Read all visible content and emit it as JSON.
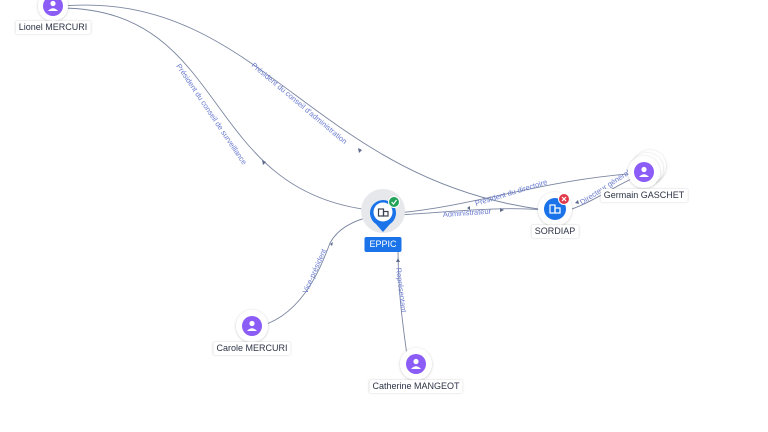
{
  "colors": {
    "person": "#8b5cf6",
    "company": "#1a73e8",
    "edge": "#7b86a0",
    "edge_label": "#6a7bd0",
    "status_active": "#22a35a",
    "status_closed": "#e03a4a"
  },
  "nodes": {
    "lionel": {
      "label": "Lionel MERCURI",
      "icon": "person-icon"
    },
    "germain": {
      "label": "Germain GASCHET",
      "icon": "person-icon"
    },
    "carole": {
      "label": "Carole MERCURI",
      "icon": "person-icon"
    },
    "catherine": {
      "label": "Catherine MANGEOT",
      "icon": "person-icon"
    },
    "eppic": {
      "label": "EPPIC",
      "icon": "company-icon",
      "status": "active"
    },
    "sordiap": {
      "label": "SORDIAP",
      "icon": "company-icon",
      "status": "closed"
    }
  },
  "edges": {
    "pcs": "Président du conseil de surveillance",
    "pca": "Président du conseil d'administration",
    "pdd": "Président du directoire",
    "admin": "Administrateur",
    "dg": "Directeur général",
    "vp": "Vice-président",
    "rep": "Représentant"
  }
}
